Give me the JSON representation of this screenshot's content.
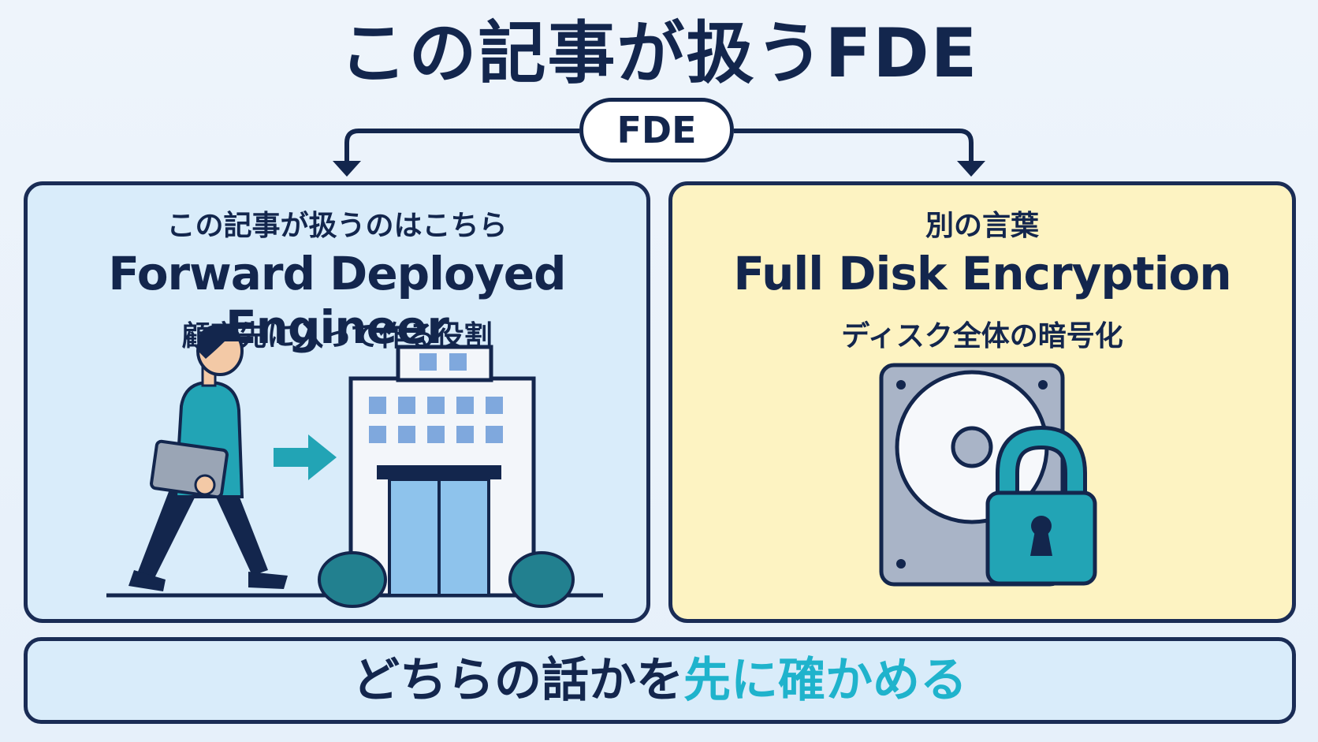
{
  "title": "この記事が扱うFDE",
  "center_label": "FDE",
  "left_panel": {
    "subtitle": "この記事が扱うのはこちら",
    "name": "Forward Deployed Engineer",
    "description": "顧客先に入って作る役割"
  },
  "right_panel": {
    "subtitle": "別の言葉",
    "name": "Full Disk Encryption",
    "description": "ディスク全体の暗号化"
  },
  "bottom": {
    "text_plain": "どちらの話かを",
    "text_accent": "先に確かめる"
  },
  "colors": {
    "navy": "#13264d",
    "accent": "#1fb3cc",
    "left_panel_bg": "#d9ecfa",
    "right_panel_bg": "#fdf3c2"
  },
  "icons": [
    "person-walking-icon",
    "arrow-right-icon",
    "office-building-icon",
    "hard-drive-icon",
    "padlock-icon"
  ]
}
